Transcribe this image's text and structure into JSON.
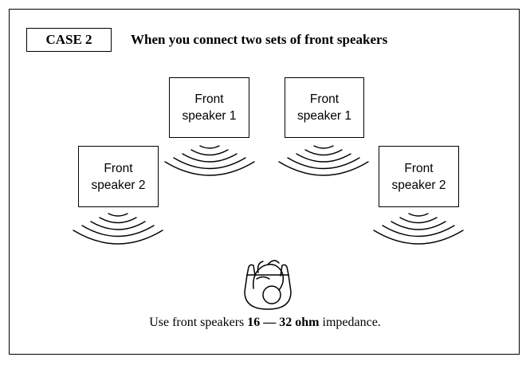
{
  "case_label": "CASE 2",
  "title": "When you connect two sets of front speakers",
  "speakers": {
    "inner_left": {
      "line1": "Front",
      "line2": "speaker 1"
    },
    "inner_right": {
      "line1": "Front",
      "line2": "speaker 1"
    },
    "outer_left": {
      "line1": "Front",
      "line2": "speaker 2"
    },
    "outer_right": {
      "line1": "Front",
      "line2": "speaker 2"
    }
  },
  "footer": {
    "prefix": "Use front speakers ",
    "impedance": "16 — 32 ohm",
    "suffix": " impedance."
  },
  "icons": [
    "sound-wave-icon",
    "listener-icon"
  ]
}
